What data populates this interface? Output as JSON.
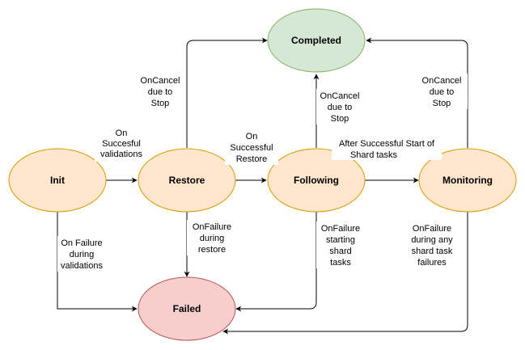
{
  "colors": {
    "node_fill_default": "#ffe6cc",
    "node_stroke_default": "#d79b00",
    "node_fill_completed": "#d5e8d4",
    "node_stroke_completed": "#82b366",
    "node_fill_failed": "#f8cecc",
    "node_stroke_failed": "#b85450",
    "edge": "#000000"
  },
  "nodes": {
    "init": "Init",
    "restore": "Restore",
    "following": "Following",
    "monitoring": "Monitoring",
    "completed": "Completed",
    "failed": "Failed"
  },
  "edges": {
    "init_restore": [
      "On",
      "Succesful",
      "validations"
    ],
    "restore_following": [
      "On",
      "Successful",
      "Restore"
    ],
    "following_monitoring": [
      "After Successful Start of",
      "Shard tasks"
    ],
    "restore_completed": [
      "OnCancel",
      "due to",
      "Stop"
    ],
    "following_completed": [
      "OnCancel",
      "due to",
      "Stop"
    ],
    "monitoring_completed": [
      "OnCancel",
      "due to",
      "Stop"
    ],
    "init_failed": [
      "On Failure",
      "during",
      "validations"
    ],
    "restore_failed": [
      "OnFailure",
      "during",
      "restore"
    ],
    "following_failed": [
      "OnFailure",
      "starting",
      "shard",
      "tasks"
    ],
    "monitoring_failed": [
      "OnFailure",
      "during any",
      "shard task",
      "failures"
    ]
  }
}
